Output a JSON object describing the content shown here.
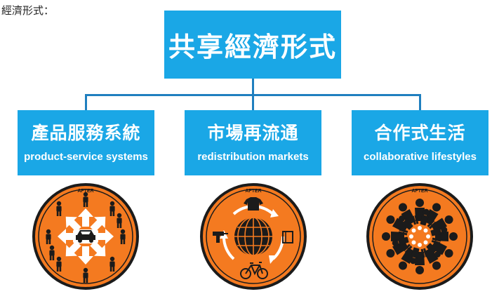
{
  "caption": "經濟形式：",
  "root": {
    "title": "共享經濟形式"
  },
  "categories": [
    {
      "zh": "產品服務系統",
      "en": "product-service systems",
      "icon_label": "AFTER",
      "icon": "car-sharing-icon"
    },
    {
      "zh": "市場再流通",
      "en": "redistribution markets",
      "icon_label": "AFTER",
      "icon": "globe-redistribution-icon"
    },
    {
      "zh": "合作式生活",
      "en": "collaborative lifestyles",
      "icon_label": "AFTER",
      "icon": "community-circle-icon"
    }
  ],
  "colors": {
    "box": "#1aa7e6",
    "connector": "#1f7fbf",
    "icon_bg": "#f47a20",
    "icon_ring": "#1b1b1b"
  }
}
